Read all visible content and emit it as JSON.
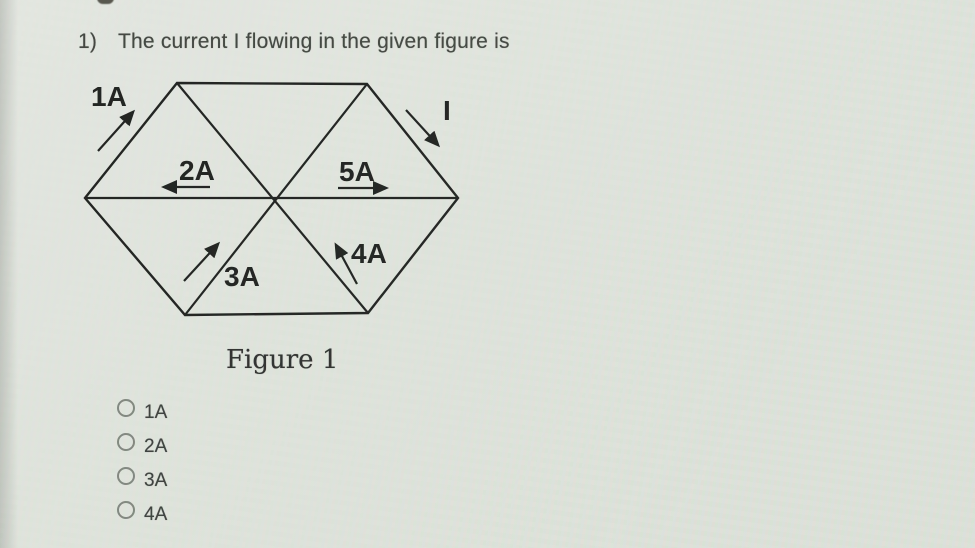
{
  "question": {
    "number": "1)",
    "text": "The current I flowing in the given figure is"
  },
  "figure": {
    "caption": "Figure 1",
    "labels": {
      "i1": "1A",
      "i2": "2A",
      "i3": "3A",
      "i4": "4A",
      "i5": "5A",
      "unknown": "I"
    }
  },
  "options": [
    {
      "label": "1A",
      "selected": false
    },
    {
      "label": "2A",
      "selected": false
    },
    {
      "label": "3A",
      "selected": false
    },
    {
      "label": "4A",
      "selected": false
    }
  ],
  "colors": {
    "background": "#e0e4dd",
    "ink": "#1e201e",
    "question_text": "#41453f",
    "radio_border": "#80867e"
  }
}
